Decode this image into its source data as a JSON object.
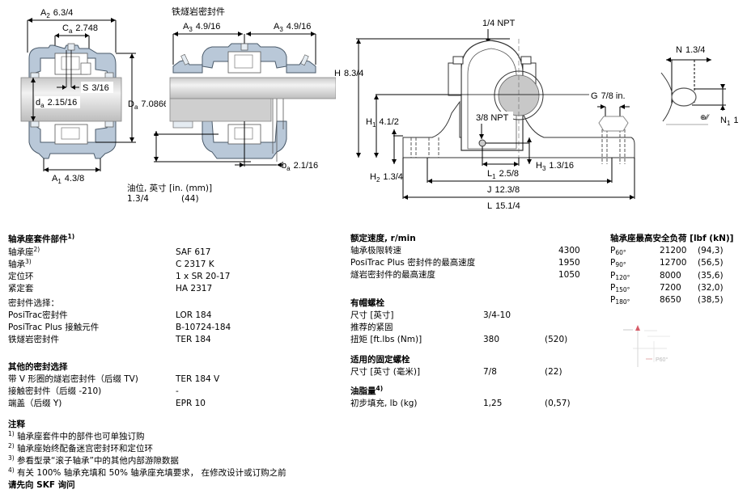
{
  "drawings": {
    "left": {
      "A2": {
        "sym": "A",
        "sub": "2",
        "val": "6.3/4"
      },
      "Ca": {
        "sym": "C",
        "sub": "a",
        "val": "2.748"
      },
      "S": {
        "sym": "S",
        "sub": "",
        "val": "3/16"
      },
      "da": {
        "sym": "d",
        "sub": "a",
        "val": "2.15/16"
      },
      "Da": {
        "sym": "D",
        "sub": "a",
        "val": "7.0866"
      },
      "A1": {
        "sym": "A",
        "sub": "1",
        "val": "4.3/8"
      }
    },
    "middle": {
      "title": "铁燧岩密封件",
      "A3_left": {
        "sym": "A",
        "sub": "3",
        "val": "4.9/16"
      },
      "A3_right": {
        "sym": "A",
        "sub": "3",
        "val": "4.9/16"
      },
      "ba": {
        "sym": "b",
        "sub": "a",
        "val": "2.1/16"
      }
    },
    "oil_level": {
      "label": "油位, 英寸 [in. (mm)]",
      "in": "1.3/4",
      "mm": "(44)"
    },
    "right": {
      "npt_top": "1/4 NPT",
      "H": {
        "sym": "H",
        "sub": "",
        "val": "8.3/4"
      },
      "H1": {
        "sym": "H",
        "sub": "1",
        "val": "4.1/2"
      },
      "npt_side": "3/8 NPT",
      "G": {
        "sym": "G",
        "sub": "",
        "val": "7/8 in."
      },
      "H2": {
        "sym": "H",
        "sub": "2",
        "val": "1.3/4"
      },
      "L1": {
        "sym": "L",
        "sub": "1",
        "val": "2.5/8"
      },
      "H3": {
        "sym": "H",
        "sub": "3",
        "val": "1.3/16"
      },
      "J": {
        "sym": "J",
        "sub": "",
        "val": "12.3/8"
      },
      "L": {
        "sym": "L",
        "sub": "",
        "val": "15.1/4"
      }
    },
    "detail": {
      "N": {
        "sym": "N",
        "sub": "",
        "val": "1.3/4"
      },
      "N1": {
        "sym": "N",
        "sub": "1",
        "val": "1"
      }
    }
  },
  "housing_kit": {
    "title": "轴承座套件部件",
    "title_note": "1)",
    "rows": [
      {
        "label": "轴承座",
        "note": "2)",
        "value": "SAF 617"
      },
      {
        "label": "轴承",
        "note": "3)",
        "value": "C 2317 K"
      },
      {
        "label": "定位环",
        "note": "",
        "value": "1 x SR 20-17"
      },
      {
        "label": "紧定套",
        "note": "",
        "value": "HA 2317"
      }
    ],
    "seal_title": "密封件选择：",
    "seal_rows": [
      {
        "label": "PosiTrac密封件",
        "value": "LOR 184"
      },
      {
        "label": "PosiTrac Plus 接触元件",
        "value": "B-10724-184"
      },
      {
        "label": "铁燧岩密封件",
        "value": "TER 184"
      }
    ]
  },
  "other_seals": {
    "title": "其他的密封选择",
    "rows": [
      {
        "label": "带 V 形圈的燧岩密封件（后缀 TV)",
        "value": "TER 184 V"
      },
      {
        "label": "接触密封件（后缀 -210)",
        "value": "-"
      },
      {
        "label": "端盖（后缀 Y)",
        "value": "EPR 10"
      }
    ]
  },
  "notes": {
    "title": "注释",
    "items": [
      {
        "num": "1)",
        "text": "轴承座套件中的部件也可单独订购"
      },
      {
        "num": "2)",
        "text": "轴承座始终配备迷宫密封环和定位环"
      },
      {
        "num": "3)",
        "text": "参看型录“滚子轴承”中的其他内部游隙数据"
      },
      {
        "num": "4)",
        "text": "有关 100% 轴承充填和 50% 轴承座充填要求， 在修改设计或订购之前"
      }
    ],
    "final": "请先向 SKF 询问"
  },
  "speed": {
    "title": "额定速度, r/min",
    "rows": [
      {
        "label": "轴承极限转速",
        "value": "4300"
      },
      {
        "label": "PosiTrac Plus 密封件的最高速度",
        "value": "1950"
      },
      {
        "label": "燧岩密封件的最高速度",
        "value": "1050"
      }
    ]
  },
  "cap_bolts": {
    "title": "有帽螺栓",
    "size_label": "尺寸 [英寸]",
    "size_value": "3/4-10",
    "torque_label_1": "推荐的紧固",
    "torque_label_2": "扭矩 [ft.lbs (Nm)]",
    "torque_value": "380",
    "torque_nm": "(520)"
  },
  "attachment_bolts": {
    "title": "适用的固定螺栓",
    "size_label": "尺寸 [英寸 (毫米)]",
    "size_value": "7/8",
    "size_mm": "(22)"
  },
  "grease": {
    "title": "油脂量",
    "title_note": "4)",
    "label": "初步填充, lb (kg)",
    "value": "1,25",
    "value_kg": "(0,57)"
  },
  "max_load": {
    "title": "轴承座最高安全负荷 [lbf (kN)]",
    "rows": [
      {
        "p": "P",
        "sub": "60°",
        "lbf": "21200",
        "kn": "(94,3)"
      },
      {
        "p": "P",
        "sub": "90°",
        "lbf": "12700",
        "kn": "(56,5)"
      },
      {
        "p": "P",
        "sub": "120°",
        "lbf": "8000",
        "kn": "(35,6)"
      },
      {
        "p": "P",
        "sub": "150°",
        "lbf": "7200",
        "kn": "(32,0)"
      },
      {
        "p": "P",
        "sub": "180°",
        "lbf": "8650",
        "kn": "(38,5)"
      }
    ],
    "diagram_label": "P60°"
  },
  "colors": {
    "housing_fill": "#b9c8d8",
    "housing_stroke": "#4a5a6a",
    "shaft_fill": "#d6d6d6",
    "bore_fill": "#c8c8c8",
    "load_arrow": "#cc2a3a"
  }
}
